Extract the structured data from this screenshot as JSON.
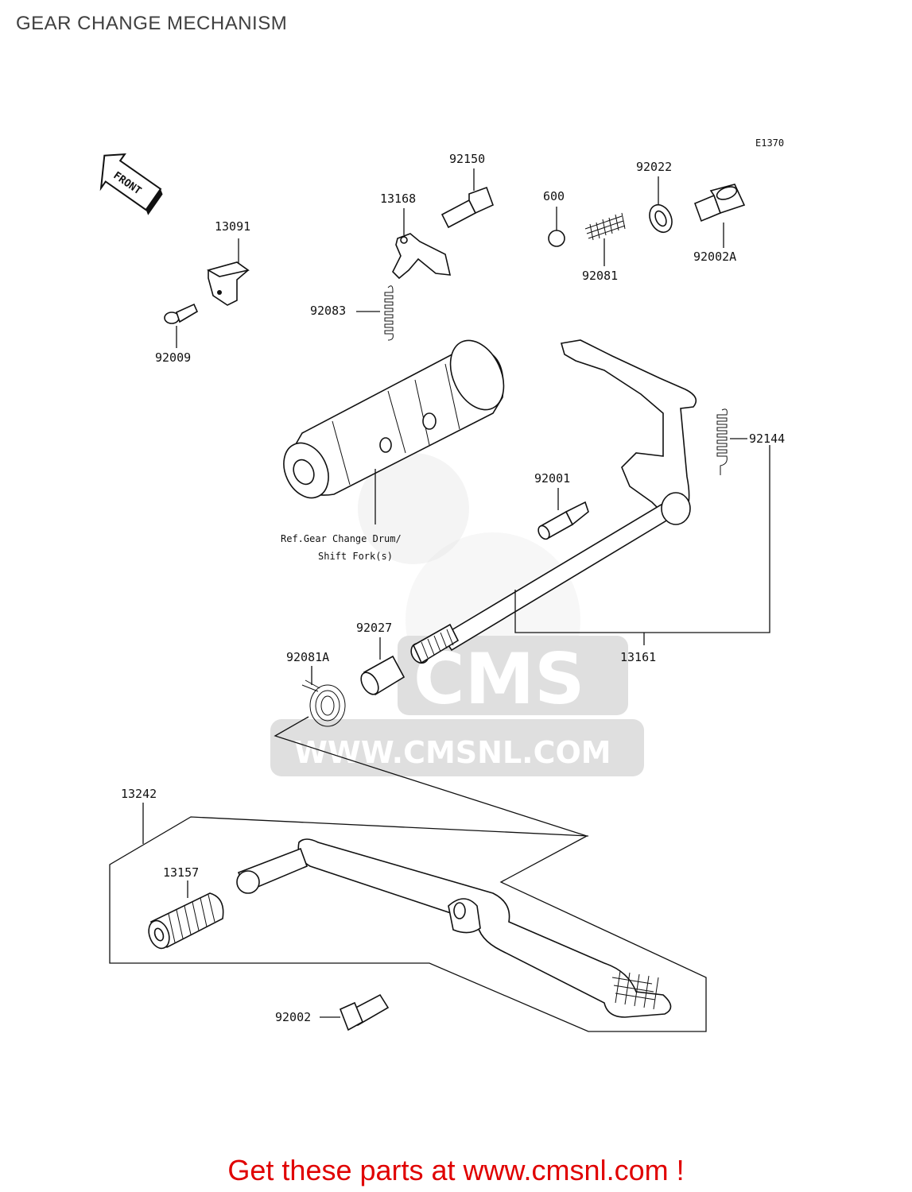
{
  "title": "GEAR CHANGE MECHANISM",
  "diagram_code": "E1370",
  "front_label": "FRONT",
  "parts": {
    "p13091": "13091",
    "p92009": "92009",
    "p13168": "13168",
    "p92150": "92150",
    "p92083": "92083",
    "p600": "600",
    "p92081": "92081",
    "p92022": "92022",
    "p92002A": "92002A",
    "p92144": "92144",
    "p92001": "92001",
    "p92027": "92027",
    "p92081A": "92081A",
    "p13161": "13161",
    "p13242": "13242",
    "p13157": "13157",
    "p92002": "92002"
  },
  "reference_note": {
    "line1": "Ref.Gear Change Drum/",
    "line2": "Shift Fork(s)"
  },
  "watermark": {
    "brand": "CMS",
    "url": "WWW.CMSNL.COM"
  },
  "footer_text": "Get these parts at www.cmsnl.com !"
}
